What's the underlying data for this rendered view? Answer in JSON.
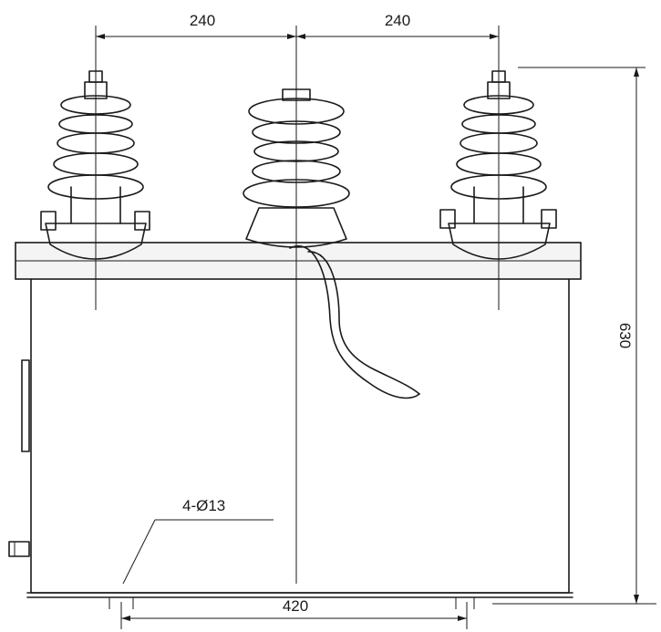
{
  "dimensions": {
    "top_left_spacing": "240",
    "top_right_spacing": "240",
    "total_height": "630",
    "base_hole_spacing": "420",
    "mounting_holes": "4-Ø13"
  },
  "colors": {
    "line": "#1a1a1a",
    "background": "#ffffff"
  }
}
